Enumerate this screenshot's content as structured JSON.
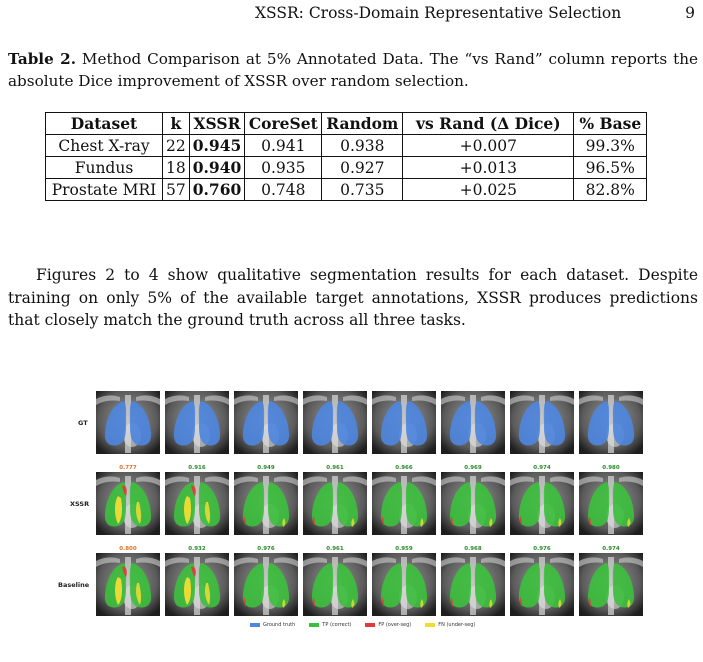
{
  "running_head": {
    "title": "XSSR: Cross-Domain Representative Selection",
    "page": "9"
  },
  "caption": {
    "label": "Table 2.",
    "text": " Method Comparison at 5% Annotated Data. The “vs Rand” column reports the absolute Dice improvement of XSSR over random selection."
  },
  "table": {
    "headers": [
      "Dataset",
      "k",
      "XSSR",
      "CoreSet",
      "Random",
      "vs Rand (Δ Dice)",
      "% Base"
    ],
    "rows": [
      [
        "Chest X-ray",
        "22",
        "0.945",
        "0.941",
        "0.938",
        "+0.007",
        "99.3%"
      ],
      [
        "Fundus",
        "18",
        "0.940",
        "0.935",
        "0.927",
        "+0.013",
        "96.5%"
      ],
      [
        "Prostate MRI",
        "57",
        "0.760",
        "0.748",
        "0.735",
        "+0.025",
        "82.8%"
      ]
    ]
  },
  "paragraph": "Figures 2 to 4 show qualitative segmentation results for each dataset. Despite training on only 5% of the available target annotations, XSSR produces predictions that closely match the ground truth across all three tasks.",
  "figure": {
    "rows": [
      {
        "label": "GT",
        "scores": []
      },
      {
        "label": "XSSR",
        "scores": [
          "0.777",
          "0.916",
          "0.949",
          "0.961",
          "0.966",
          "0.969",
          "0.974",
          "0.980"
        ]
      },
      {
        "label": "Baseline",
        "scores": [
          "0.800",
          "0.932",
          "0.976",
          "0.961",
          "0.959",
          "0.968",
          "0.976",
          "0.974"
        ]
      }
    ],
    "legend": [
      "Ground truth",
      "TP (correct)",
      "FP (over-seg)",
      "FN (under-seg)"
    ]
  },
  "colors": {
    "ground_truth": "#4f86e0",
    "tp": "#3cc03c",
    "fp": "#e03a3a",
    "fn": "#f2dc32",
    "score_low": "#d9722a",
    "score_high": "#2a8a2a"
  }
}
